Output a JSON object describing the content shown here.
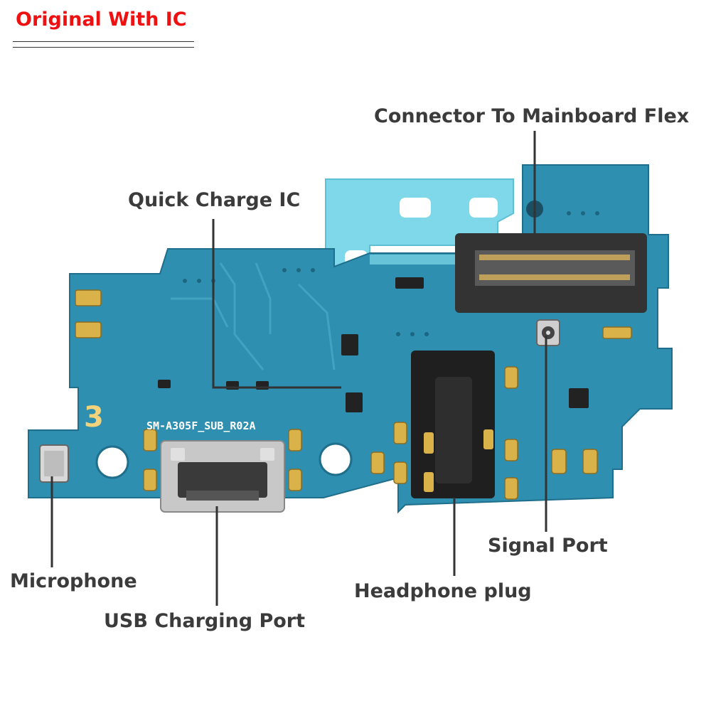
{
  "header": {
    "title": "Original With IC"
  },
  "board": {
    "silkscreen_model": "SM-A305F_SUB_R02A",
    "silkscreen_number": "3",
    "colors": {
      "pcb": "#2e8fb0",
      "mask_film": "#7fd8ea",
      "gold": "#d9b24a",
      "connector": "#2a2a2a",
      "label_text": "#3b3b3b",
      "header_text": "#ee1111"
    }
  },
  "callouts": {
    "connector": "Connector To Mainboard Flex",
    "quick_charge_ic": "Quick Charge IC",
    "signal_port": "Signal Port",
    "headphone_plug": "Headphone plug",
    "microphone": "Microphone",
    "usb_port": "USB Charging Port"
  }
}
